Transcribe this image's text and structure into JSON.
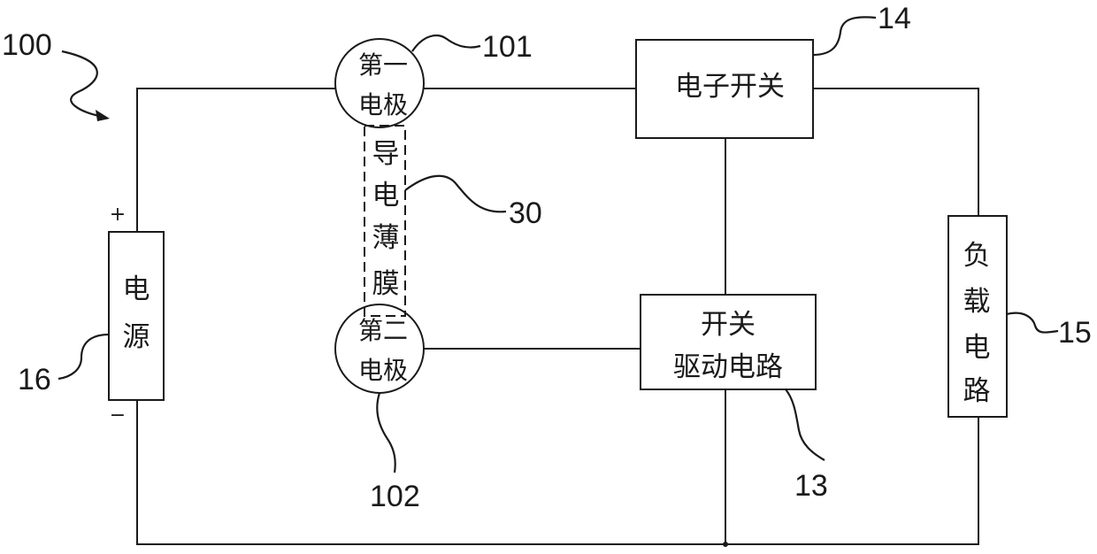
{
  "reference_numbers": {
    "device": "100",
    "first_electrode": "101",
    "second_electrode": "102",
    "conductive_film": "30",
    "electronic_switch": "14",
    "switch_driver": "13",
    "load_circuit": "15",
    "power_source": "16"
  },
  "components": {
    "power_source": [
      "电",
      "源"
    ],
    "first_electrode": [
      "第一",
      "电极"
    ],
    "second_electrode": [
      "第二",
      "电极"
    ],
    "conductive_film": [
      "导",
      "电",
      "薄",
      "膜"
    ],
    "electronic_switch": "电子开关",
    "switch_driver": [
      "开关",
      "驱动电路"
    ],
    "load_circuit": [
      "负",
      "载",
      "电",
      "路"
    ]
  },
  "polarity": {
    "positive": "+",
    "negative": "−"
  }
}
